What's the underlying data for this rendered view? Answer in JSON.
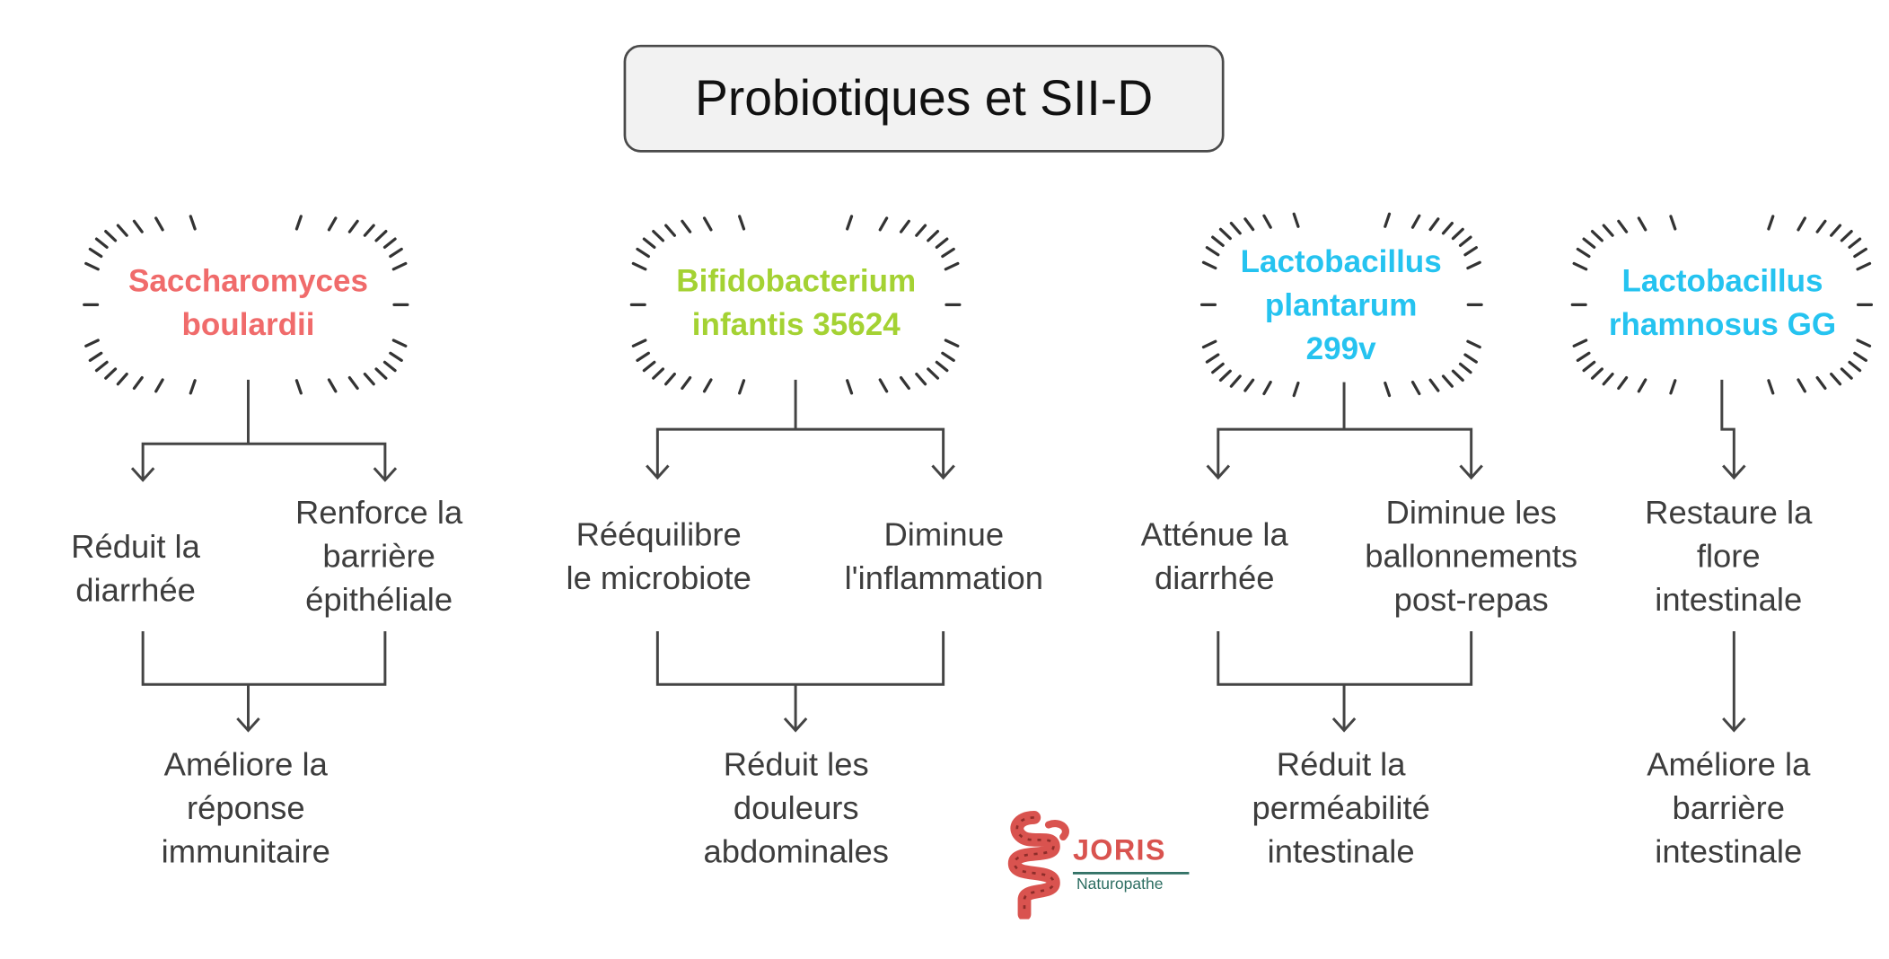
{
  "title": "Probiotiques et SII-D",
  "columns": [
    {
      "name": "Saccharomyces\nboulardii",
      "color": "#f06b6b",
      "effects": [
        "Réduit la\ndiarrhée",
        "Renforce la\nbarrière\népithéliale"
      ],
      "outcome": "Améliore la\nréponse\nimmunitaire"
    },
    {
      "name": "Bifidobacterium\ninfantis 35624",
      "color": "#a4d233",
      "effects": [
        "Rééquilibre\nle microbiote",
        "Diminue\nl'inflammation"
      ],
      "outcome": "Réduit les\ndouleurs\nabdominales"
    },
    {
      "name": "Lactobacillus\nplantarum\n299v",
      "color": "#25c3f0",
      "effects": [
        "Atténue la\ndiarrhée",
        "Diminue les\nballonnements\npost-repas"
      ],
      "outcome": "Réduit la\nperméabilité\nintestinale"
    },
    {
      "name": "Lactobacillus\nrhamnosus GG",
      "color": "#25c3f0",
      "effects": [
        "Restaure la\nflore\nintestinale"
      ],
      "outcome": "Améliore la\nbarrière\nintestinale"
    }
  ],
  "logo": {
    "name": "JORIS",
    "subtitle": "Naturopathe",
    "icon": "intestine-icon",
    "colors": {
      "primary": "#d9534f",
      "secondary": "#2d6e62"
    }
  }
}
